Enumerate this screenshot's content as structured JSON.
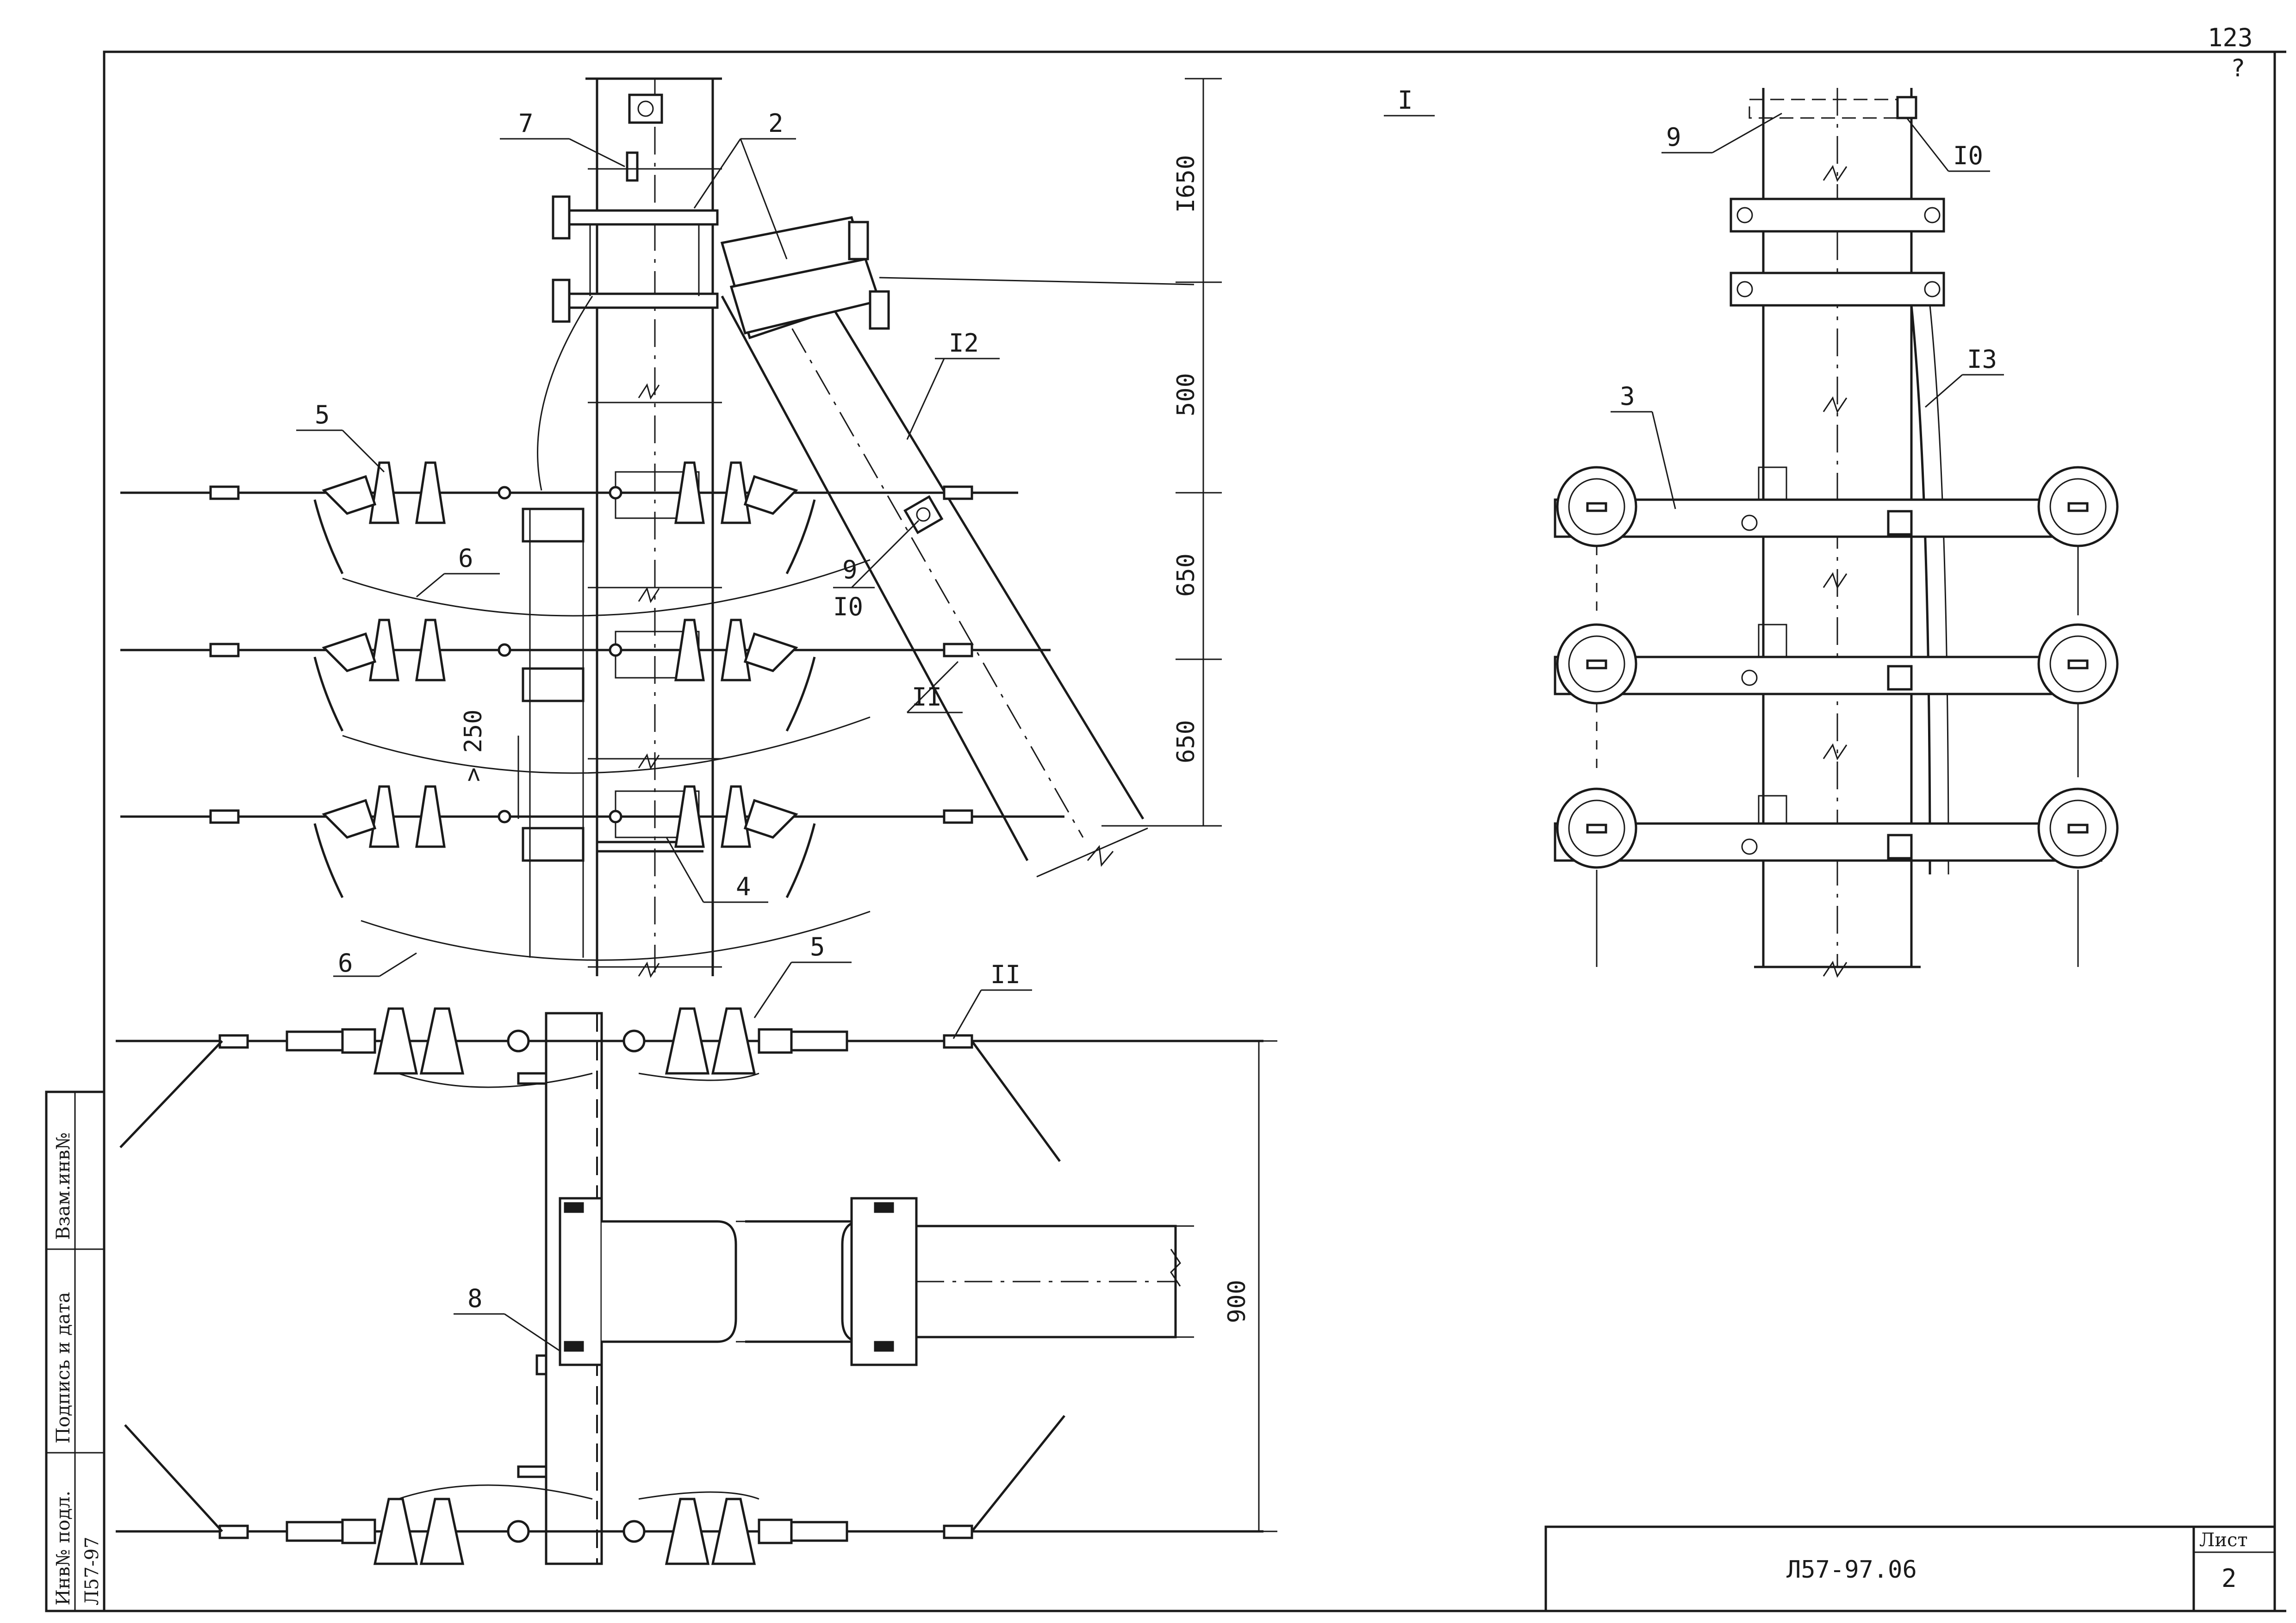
{
  "sheet_number": "123",
  "sheet_mark": "?",
  "view_label": "I",
  "callouts": {
    "c2": "2",
    "c3": "3",
    "c4": "4",
    "c5a": "5",
    "c5b": "5",
    "c6a": "6",
    "c6b": "6",
    "c7": "7",
    "c8": "8",
    "c9a": "9",
    "c9b": "9",
    "c10a": "I0",
    "c10b": "I0",
    "c11a": "II",
    "c11b": "II",
    "c12": "I2",
    "c13": "I3"
  },
  "dimensions": {
    "d1650": "I650",
    "d500": "500",
    "d650a": "650",
    "d650b": "650",
    "d250": "> 250",
    "d900": "900"
  },
  "side_stamp": {
    "inv_no": "Инв№ подл.",
    "signature_date": "Подпись и дата",
    "replaced_inv": "Взам.инв№",
    "doc_code": "Л57-97"
  },
  "title_block": {
    "doc_number": "Л57-97.06",
    "sheet_label": "Лист",
    "sheet_value": "2"
  },
  "colors": {
    "ink": "#1a1a1a",
    "paper": "#ffffff"
  }
}
